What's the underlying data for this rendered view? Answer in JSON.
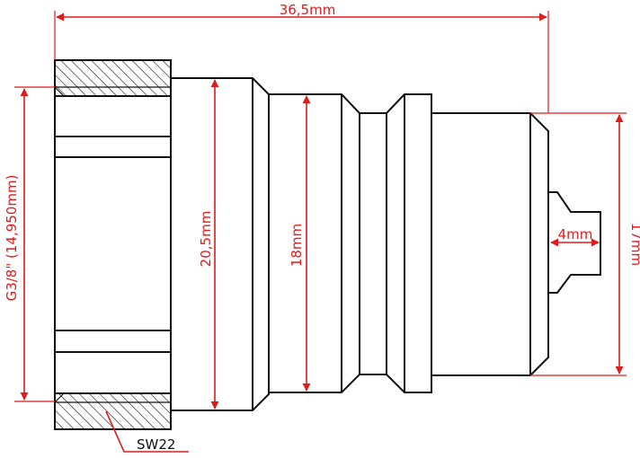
{
  "drawing": {
    "colors": {
      "dimension": "#e01b1b",
      "outline": "#111111",
      "background": "#ffffff"
    },
    "dimensions": {
      "overall_length": "36,5mm",
      "thread": "G3/8\" (14,950mm)",
      "body_diameter": "20,5mm",
      "neck_diameter": "18mm",
      "front_diameter": "17mm",
      "valve_diameter": "4mm",
      "wrench_size": "SW22"
    }
  }
}
